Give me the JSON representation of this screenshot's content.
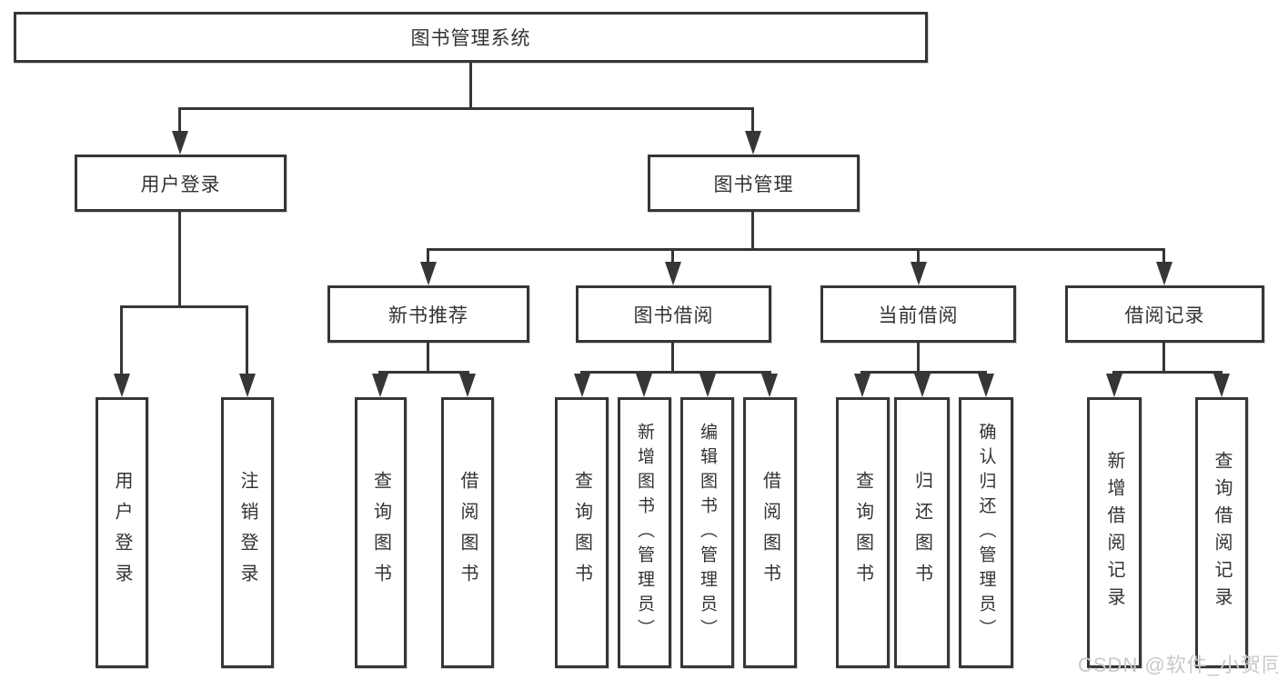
{
  "diagram": {
    "root": {
      "label": "图书管理系统"
    },
    "branches": [
      {
        "label": "用户登录",
        "children": [
          {
            "label": "用户登录"
          },
          {
            "label": "注销登录"
          }
        ]
      },
      {
        "label": "图书管理",
        "children": [
          {
            "label": "新书推荐",
            "children": [
              {
                "label": "查询图书"
              },
              {
                "label": "借阅图书"
              }
            ]
          },
          {
            "label": "图书借阅",
            "children": [
              {
                "label": "查询图书"
              },
              {
                "label": "新增图书（管理员）"
              },
              {
                "label": "编辑图书（管理员）"
              },
              {
                "label": "借阅图书"
              }
            ]
          },
          {
            "label": "当前借阅",
            "children": [
              {
                "label": "查询图书"
              },
              {
                "label": "归还图书"
              },
              {
                "label": "确认归还（管理员）"
              }
            ]
          },
          {
            "label": "借阅记录",
            "children": [
              {
                "label": "新增借阅记录"
              },
              {
                "label": "查询借阅记录"
              }
            ]
          }
        ]
      }
    ]
  },
  "watermark": {
    "text": "CSDN @软件_小贺同学",
    "color": "#c9c9c9"
  },
  "colors": {
    "line": "#363636",
    "box_border": "#363636",
    "box_fill": "#ffffff",
    "text": "#333333",
    "background": "#ffffff"
  }
}
